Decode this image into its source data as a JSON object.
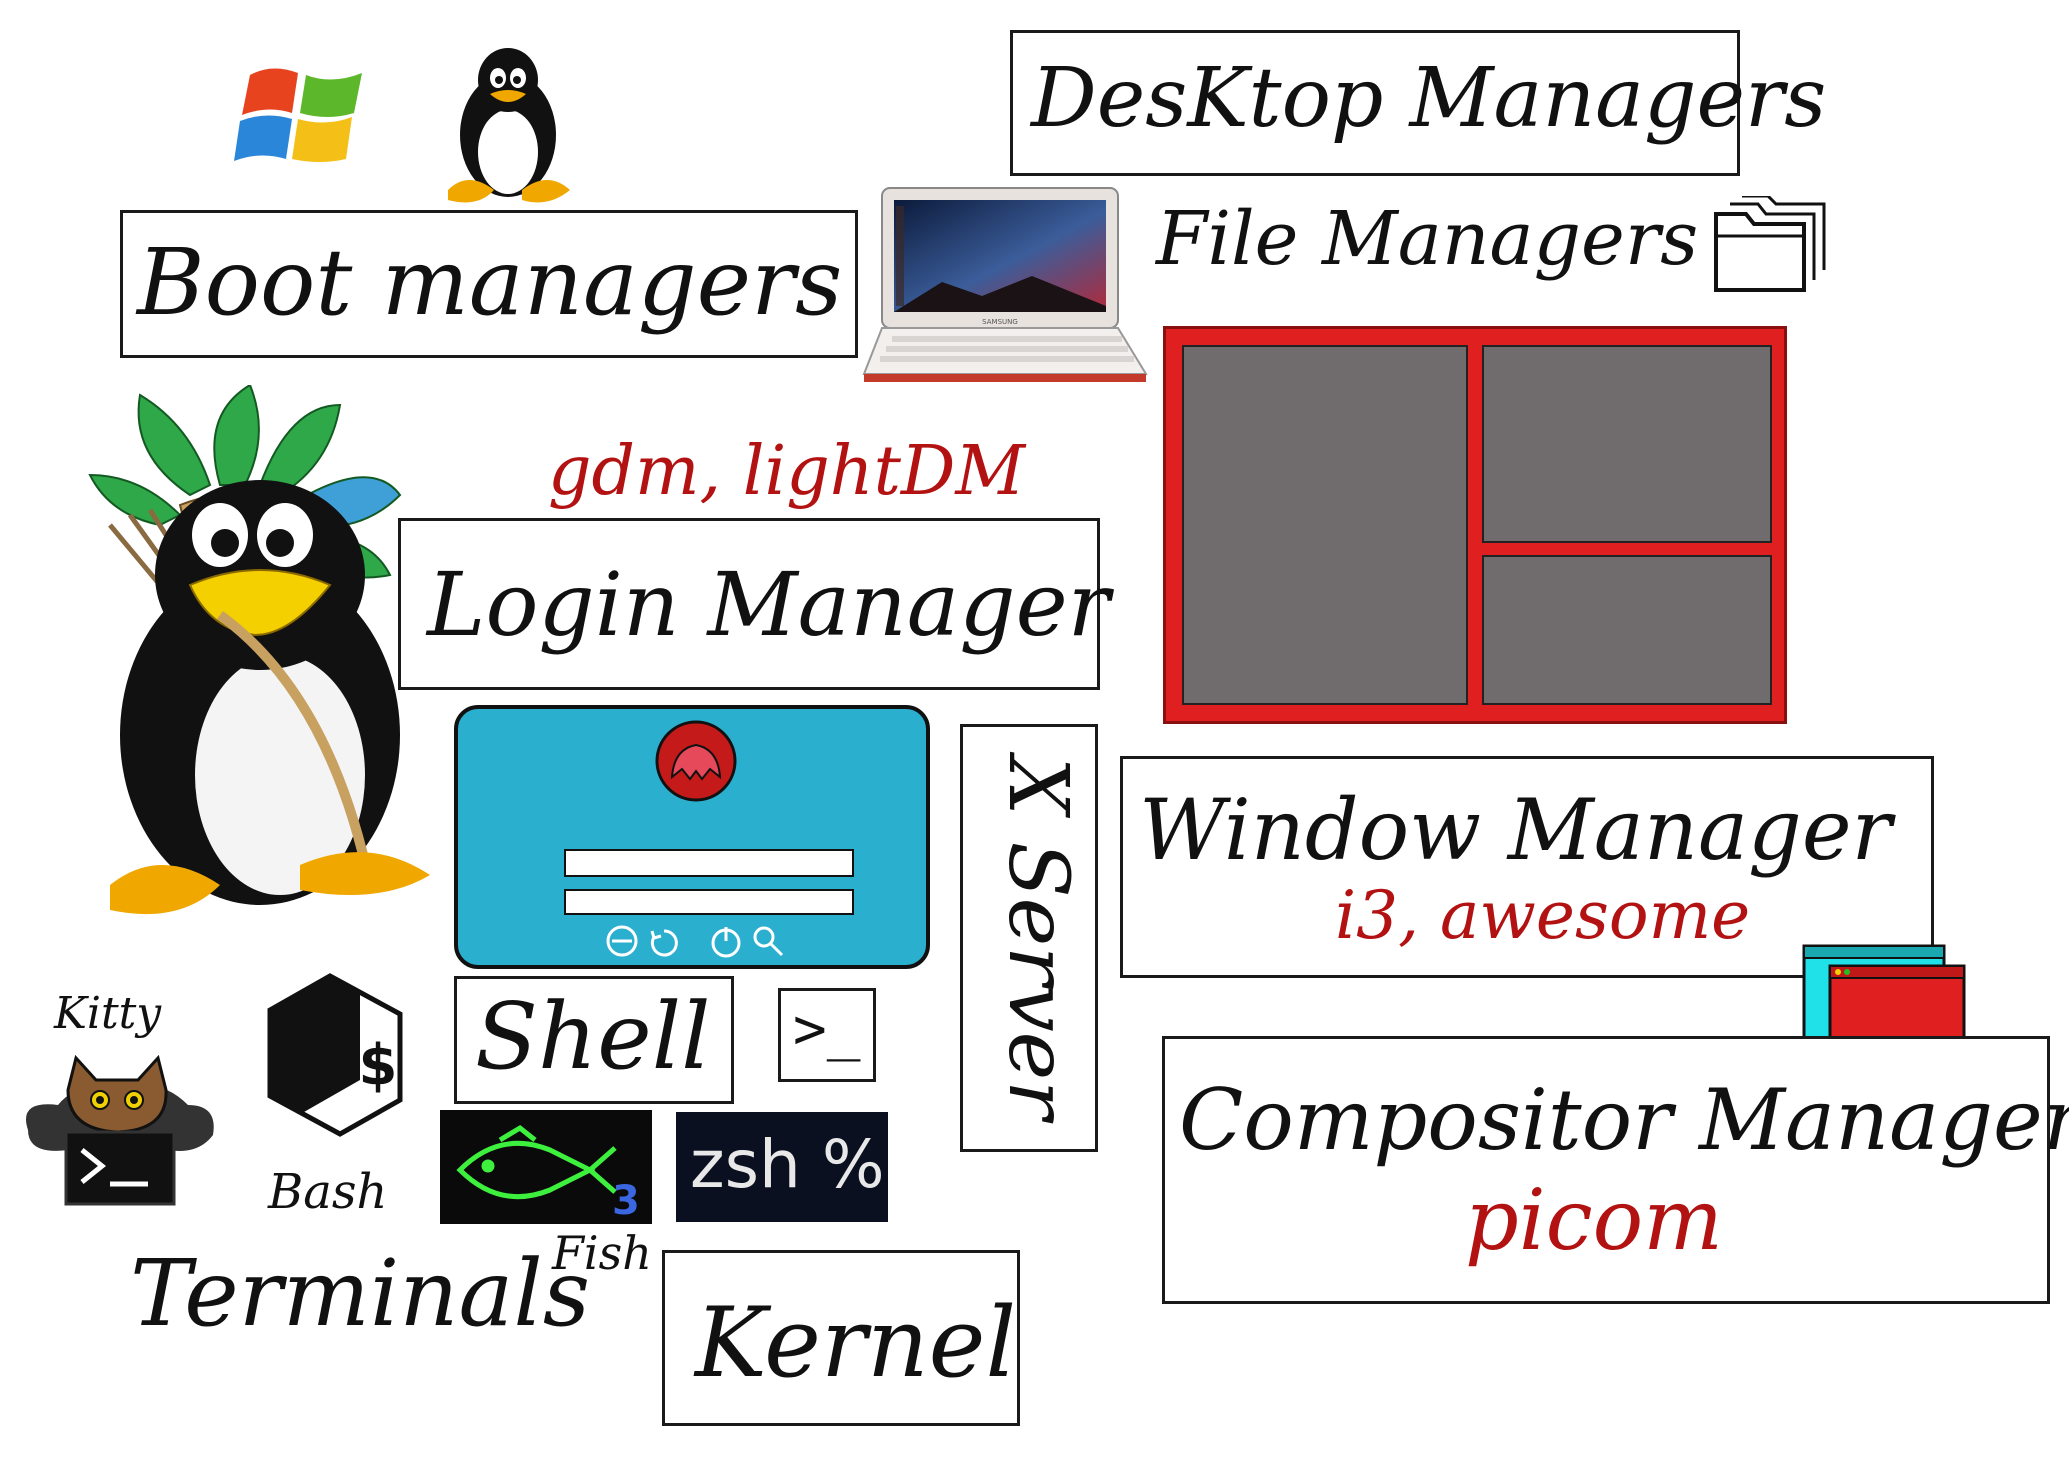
{
  "labels": {
    "desktop_managers": "DesKtop Managers",
    "file_managers": "File Managers",
    "boot_managers": "Boot managers",
    "login_manager": "Login Manager",
    "login_examples": "gdm, lightDM",
    "x_server": "X Server",
    "window_manager": "Window Manager",
    "window_manager_examples": "i3, awesome",
    "compositor_manager": "Compositor Manager",
    "compositor_examples": "picom",
    "shell": "Shell",
    "kernel": "Kernel",
    "terminals": "Terminals",
    "kitty": "Kitty",
    "bash": "Bash",
    "fish": "Fish",
    "zsh": "zsh %",
    "fish_badge": "3",
    "prompt": ">_",
    "laptop_brand": "SAMSUNG"
  },
  "colors": {
    "accent_red": "#b31212",
    "tile_red": "#e02020",
    "tile_gray": "#706b6c",
    "login_blue": "#2aafcf",
    "fish_green": "#3ef03e",
    "fish_blue": "#3a66e0",
    "compositor_cyan": "#20e0e8"
  },
  "icons": [
    "windows-logo-icon",
    "tux-penguin-icon",
    "folder-icon",
    "laptop-icon",
    "chief-tux-icon",
    "login-avatar-icon",
    "bash-logo-icon",
    "kitty-cat-icon",
    "fish-logo-icon",
    "prompt-icon",
    "stacked-windows-icon"
  ]
}
